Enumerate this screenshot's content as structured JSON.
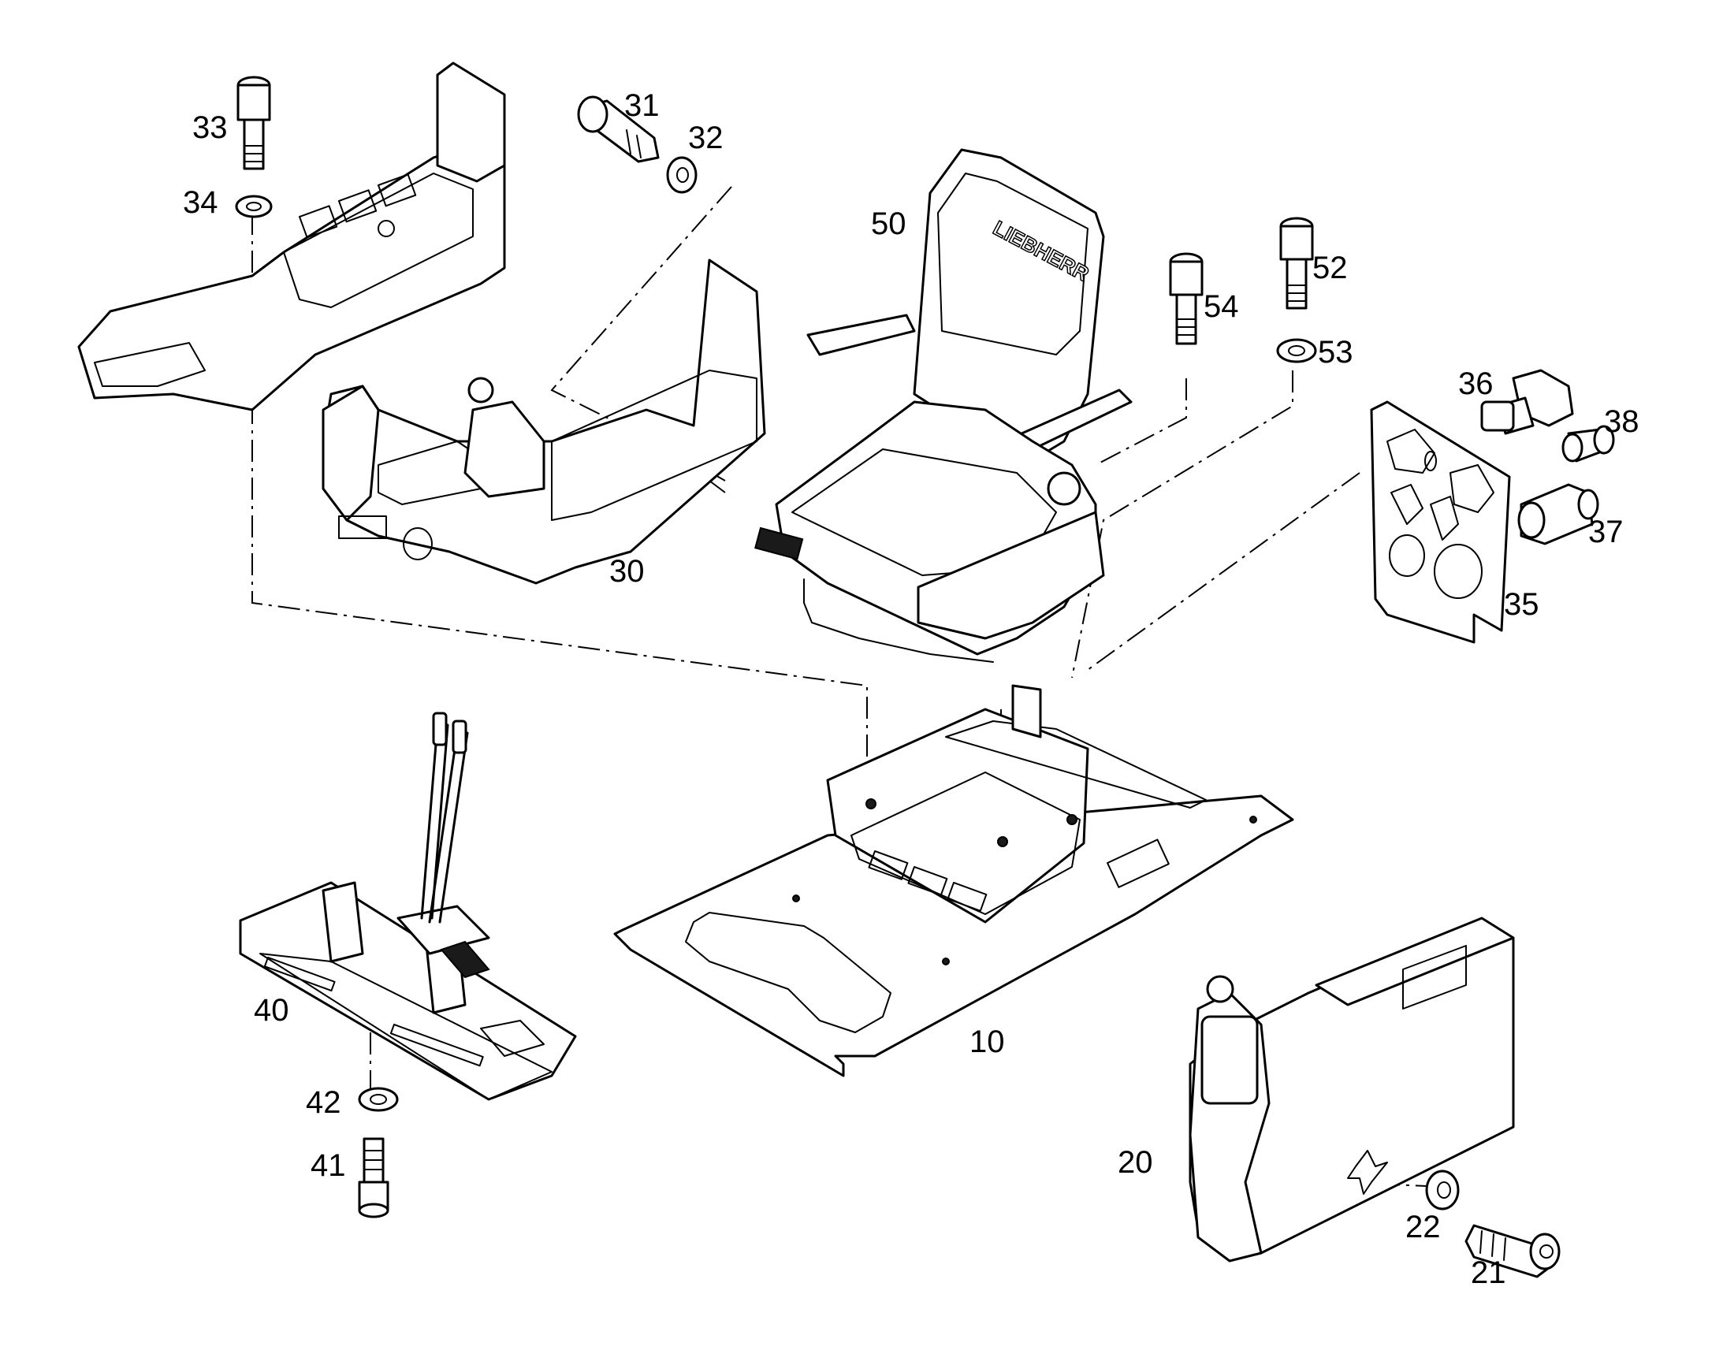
{
  "part_labels": {
    "p10": "10",
    "p20": "20",
    "p21": "21",
    "p22": "22",
    "p30": "30",
    "p31": "31",
    "p32": "32",
    "p33": "33",
    "p34": "34",
    "p35": "35",
    "p36": "36",
    "p37": "37",
    "p38": "38",
    "p40": "40",
    "p41": "41",
    "p42": "42",
    "p50": "50",
    "p52": "52",
    "p53": "53",
    "p54": "54"
  },
  "seat_brand": "LIEBHERR",
  "colors": {
    "line": "#000000",
    "background": "#ffffff"
  }
}
